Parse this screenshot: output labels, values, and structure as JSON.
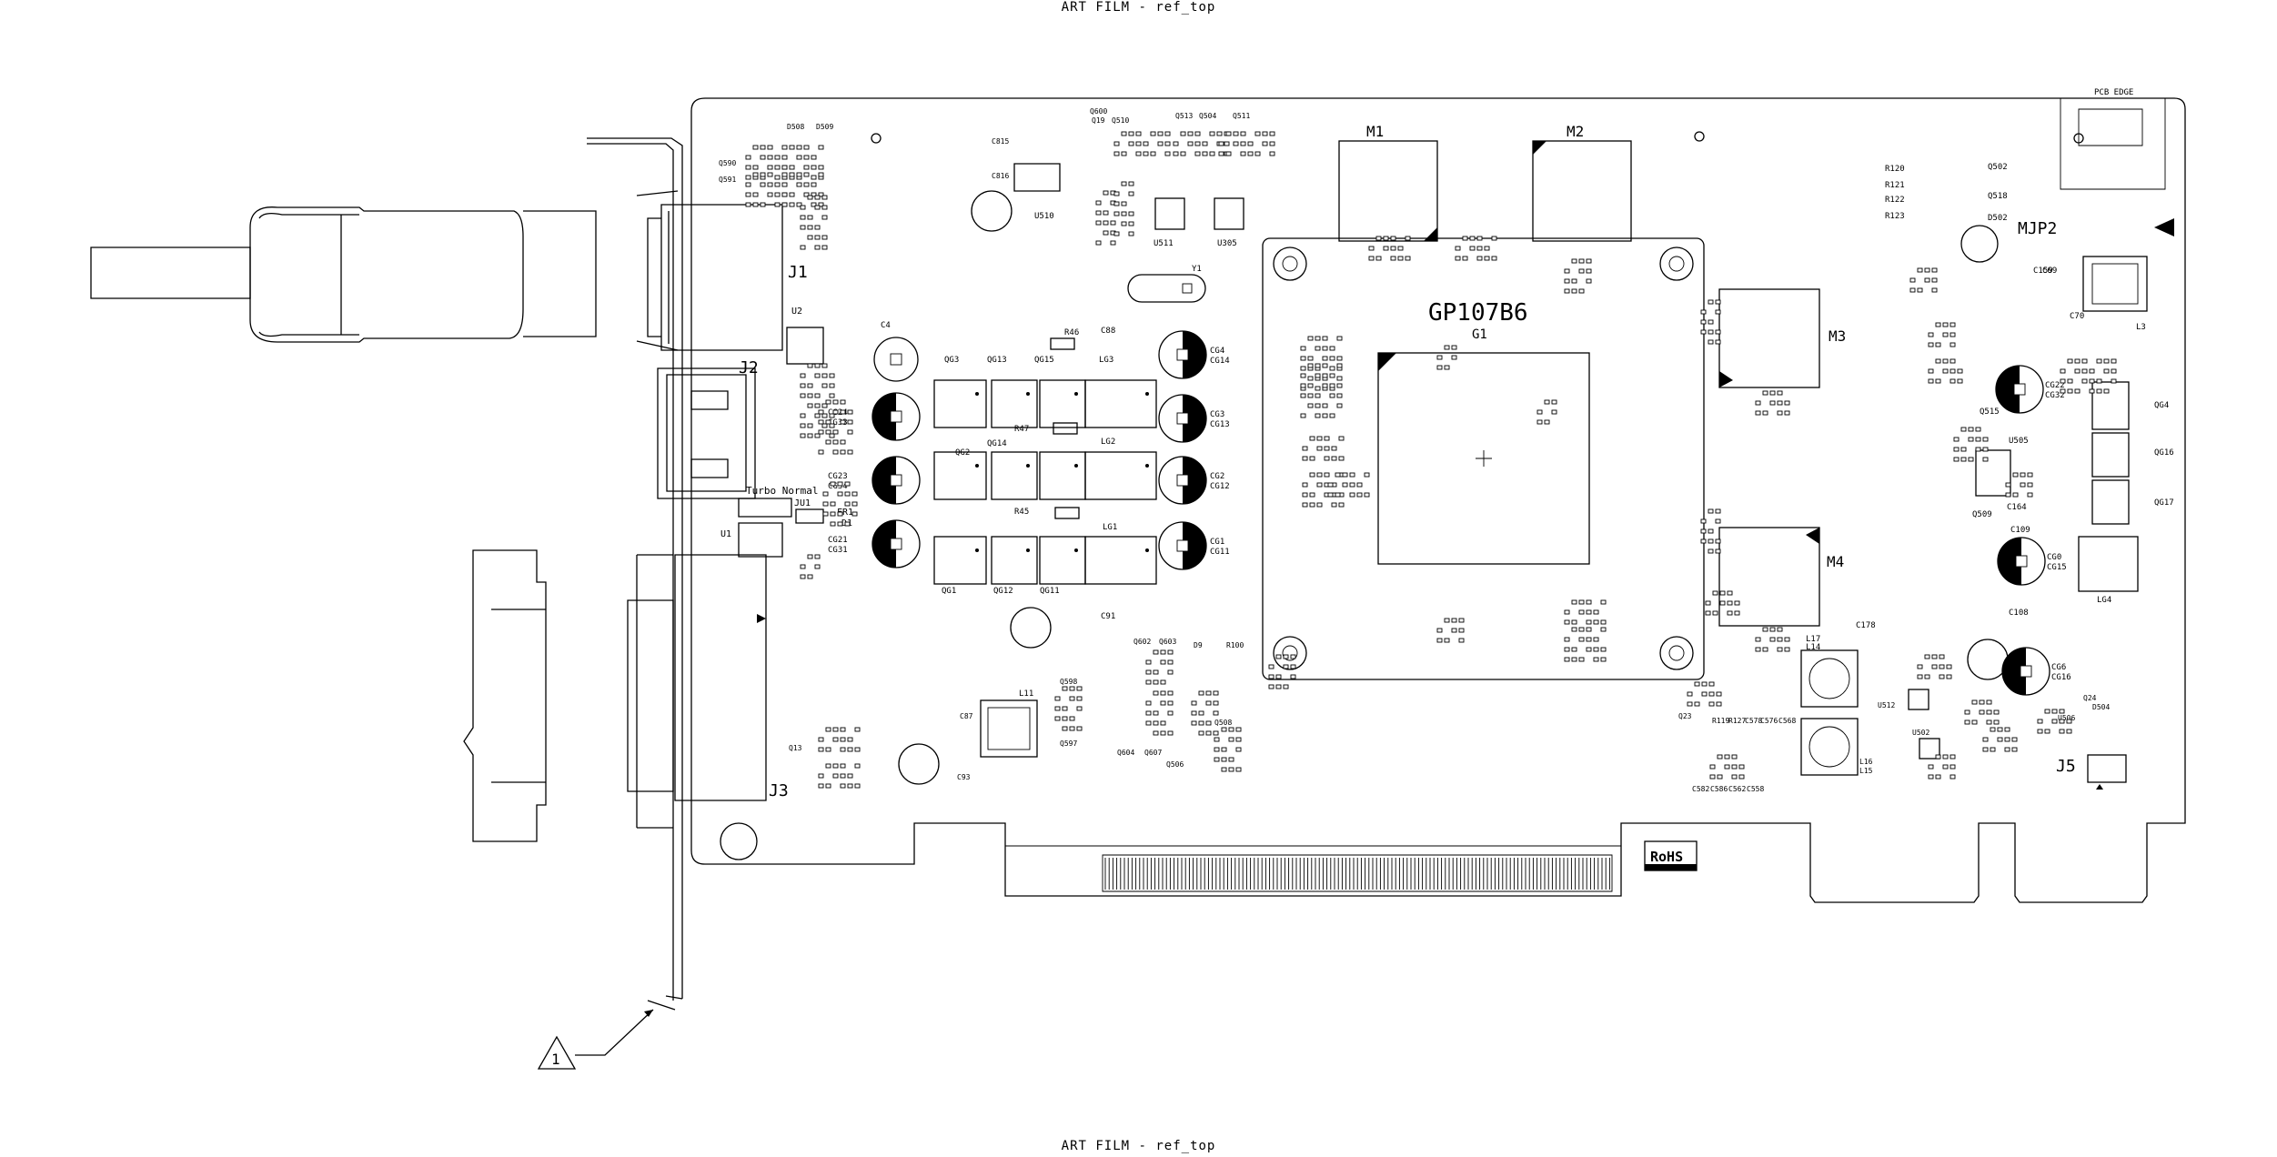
{
  "film": {
    "title_top": "ART FILM - ref_top",
    "title_bottom": "ART FILM - ref_top"
  },
  "pcb": {
    "gpu": {
      "part": "GP107B6",
      "ref": "G1"
    },
    "memory": [
      "M1",
      "M2",
      "M3",
      "M4"
    ],
    "connectors": [
      "J1",
      "J2",
      "J3",
      "J5",
      "MJP2",
      "JU1"
    ],
    "pcb_edge_label": "PCB EDGE",
    "rohs_mark": "RoHS",
    "turbo_normal": "Turbo Normal",
    "balloon": "1",
    "misc_labels": {
      "u1": "U1",
      "d1": "D1",
      "fr1": "FR1",
      "u2": "U2",
      "c4": "C4",
      "y1": "Y1",
      "u510": "U510",
      "u511": "U511",
      "u305": "U305",
      "l3": "L3",
      "lg4": "LG4",
      "l11": "L11",
      "l16": "L16",
      "l15": "L15",
      "u506": "U506",
      "u512": "U512",
      "u502": "U502"
    },
    "caps_vrm": [
      {
        "ref": "CG24",
        "alt": "CG33"
      },
      {
        "ref": "CG23",
        "alt": "CG34"
      },
      {
        "ref": "CG21",
        "alt": "CG31"
      },
      {
        "ref": "CG4",
        "alt": "CG14"
      },
      {
        "ref": "CG3",
        "alt": "CG13"
      },
      {
        "ref": "CG2",
        "alt": "CG12"
      },
      {
        "ref": "CG1",
        "alt": "CG11"
      },
      {
        "ref": "CG22",
        "alt": "CG32"
      },
      {
        "ref": "CG0",
        "alt": "CG15"
      },
      {
        "ref": "CG6",
        "alt": "CG16"
      }
    ],
    "vrm_refs": [
      "QG3",
      "QG13",
      "QG15",
      "R46",
      "C88",
      "LG3",
      "R47",
      "QG14",
      "LG2",
      "QG2",
      "QG4",
      "R45",
      "LG1",
      "QG1",
      "QG12",
      "QG11",
      "C91"
    ],
    "right_refs": [
      "R120",
      "R121",
      "R122",
      "R123",
      "Q502",
      "Q518",
      "D502",
      "C159",
      "C69",
      "C70",
      "Q515",
      "U505",
      "Q509",
      "C164",
      "C109",
      "C108",
      "QG4",
      "QG16",
      "QG17",
      "C178",
      "L17",
      "L14"
    ],
    "top_refs": [
      "D508",
      "D509",
      "Q590",
      "Q591",
      "C815",
      "C816",
      "Q600",
      "Q19",
      "Q510",
      "Q513",
      "Q504",
      "Q511"
    ],
    "bottom_refs": [
      "Q602",
      "Q603",
      "D9",
      "R100",
      "Q598",
      "Q508",
      "Q604",
      "Q607",
      "Q506",
      "Q597",
      "C87",
      "C93",
      "Q13",
      "Q23",
      "Q24",
      "D504",
      "C582",
      "C586",
      "C562",
      "C558",
      "R119",
      "R127",
      "C578",
      "C576",
      "C568"
    ]
  }
}
